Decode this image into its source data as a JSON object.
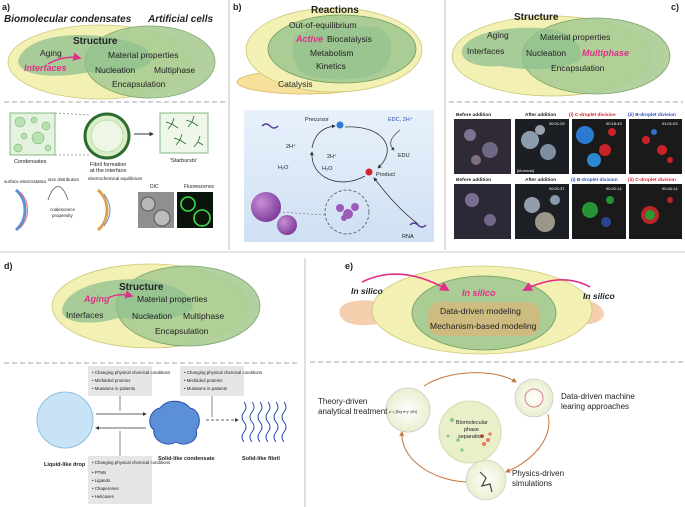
{
  "panel_a": {
    "letter": "a)",
    "bio_title": "Biomolecular condensates",
    "art_title": "Artificial cells",
    "structure": "Structure",
    "aging": "Aging",
    "interfaces": "Interfaces",
    "material_properties": "Material properties",
    "nucleation": "Nucleation",
    "multiphase": "Multiphase",
    "encapsulation": "Encapsulation",
    "condensates": "Condensates",
    "fibril_formation": "Fibril formation",
    "at_interface": "at the interface",
    "starbursts": "'Starbursts'",
    "surface_electrostatics": "surface electrostatics",
    "size_distribution": "size distribution",
    "electrochemical_equilibrium": "electrochemical equilibrium",
    "coalescence": "coalescence",
    "propensity": "propensity",
    "dic": "DIC",
    "fluorescence": "Fluorescence"
  },
  "panel_b": {
    "letter": "b)",
    "reactions": "Reactions",
    "out_of_eq": "Out-of-equilibrium",
    "active": "Active",
    "biocatalysis": "Biocatalysis",
    "metabolism": "Metabolism",
    "kinetics": "Kinetics",
    "catalysis": "Catalysis",
    "precursor": "Precursor",
    "edc": "EDC, 2H⁺",
    "edu": "EDU",
    "h2o_a": "H₂O",
    "h2o_b": "H₂O",
    "twoh_a": "2H⁺",
    "twoh_b": "2H⁺",
    "product": "Product",
    "rna": "RNA"
  },
  "panel_c": {
    "letter": "c)",
    "structure": "Structure",
    "aging": "Aging",
    "interfaces": "Interfaces",
    "material_properties": "Material properties",
    "nucleation": "Nucleation",
    "multiphase": "Multiphase",
    "encapsulation": "Encapsulation",
    "before_1": "Before addition",
    "after_1": "After addition",
    "c_div_1": "(i) C-droplet division",
    "b_div_1": "(ii) B-droplet division",
    "before_2": "Before addition",
    "after_2": "After addition",
    "b_div_2": "(i) B-droplet division",
    "c_div_2": "(ii) C-droplet division",
    "ts_1": "00:01:29",
    "ts_2": "00:18:43",
    "ts_3": "01:01:03",
    "ts_4": "00:01:37",
    "ts_5": "00:20:14",
    "ts_6": "00:40:14",
    "ts_small": "[hh:mm:ss]"
  },
  "panel_d": {
    "letter": "d)",
    "structure": "Structure",
    "aging": "Aging",
    "interfaces": "Interfaces",
    "material_properties": "Material properties",
    "nucleation": "Nucleation",
    "multiphase": "Multiphase",
    "encapsulation": "Encapsulation",
    "box1": [
      "• Changing physical chemical conditions",
      "• Misfolded proteins",
      "• Mutations in patients"
    ],
    "box2": [
      "• Changing physical chemical conditions",
      "• Misfolded proteins",
      "• Mutations in patients"
    ],
    "box3": [
      "• Changing physical chemical conditions",
      "• PTMs",
      "• Ligands",
      "• Chaperones",
      "• Helicases"
    ],
    "liquid_drop": "Liquid-like drop",
    "solid_condensate": "Solid-like condensate",
    "solid_fibril": "Solid-like fibril"
  },
  "panel_e": {
    "letter": "e)",
    "in_silico_left": "In silico",
    "in_silico_right": "In silico",
    "in_silico_center": "In silico",
    "data_driven_modeling": "Data-driven modeling",
    "mechanism_modeling": "Mechanism-based modeling",
    "theory_driven": "Theory-driven",
    "analytical": "analytical treatment",
    "ml_1": "Data-driven machine",
    "ml_2": "learing approaches",
    "bio_phase_1": "Biomolecular",
    "bio_phase_2": "phase",
    "bio_phase_3": "separation",
    "physics_1": "Physics-driven",
    "physics_2": "simulations",
    "equation": "z = ∫Dq e^{−βH}"
  },
  "colors": {
    "outer_yellow": "#f3f0b3",
    "inner_green": "#aacd95",
    "dark_green": "#8fc08e",
    "orange": "#f3c9a4",
    "accent_pink": "#e0308a"
  }
}
